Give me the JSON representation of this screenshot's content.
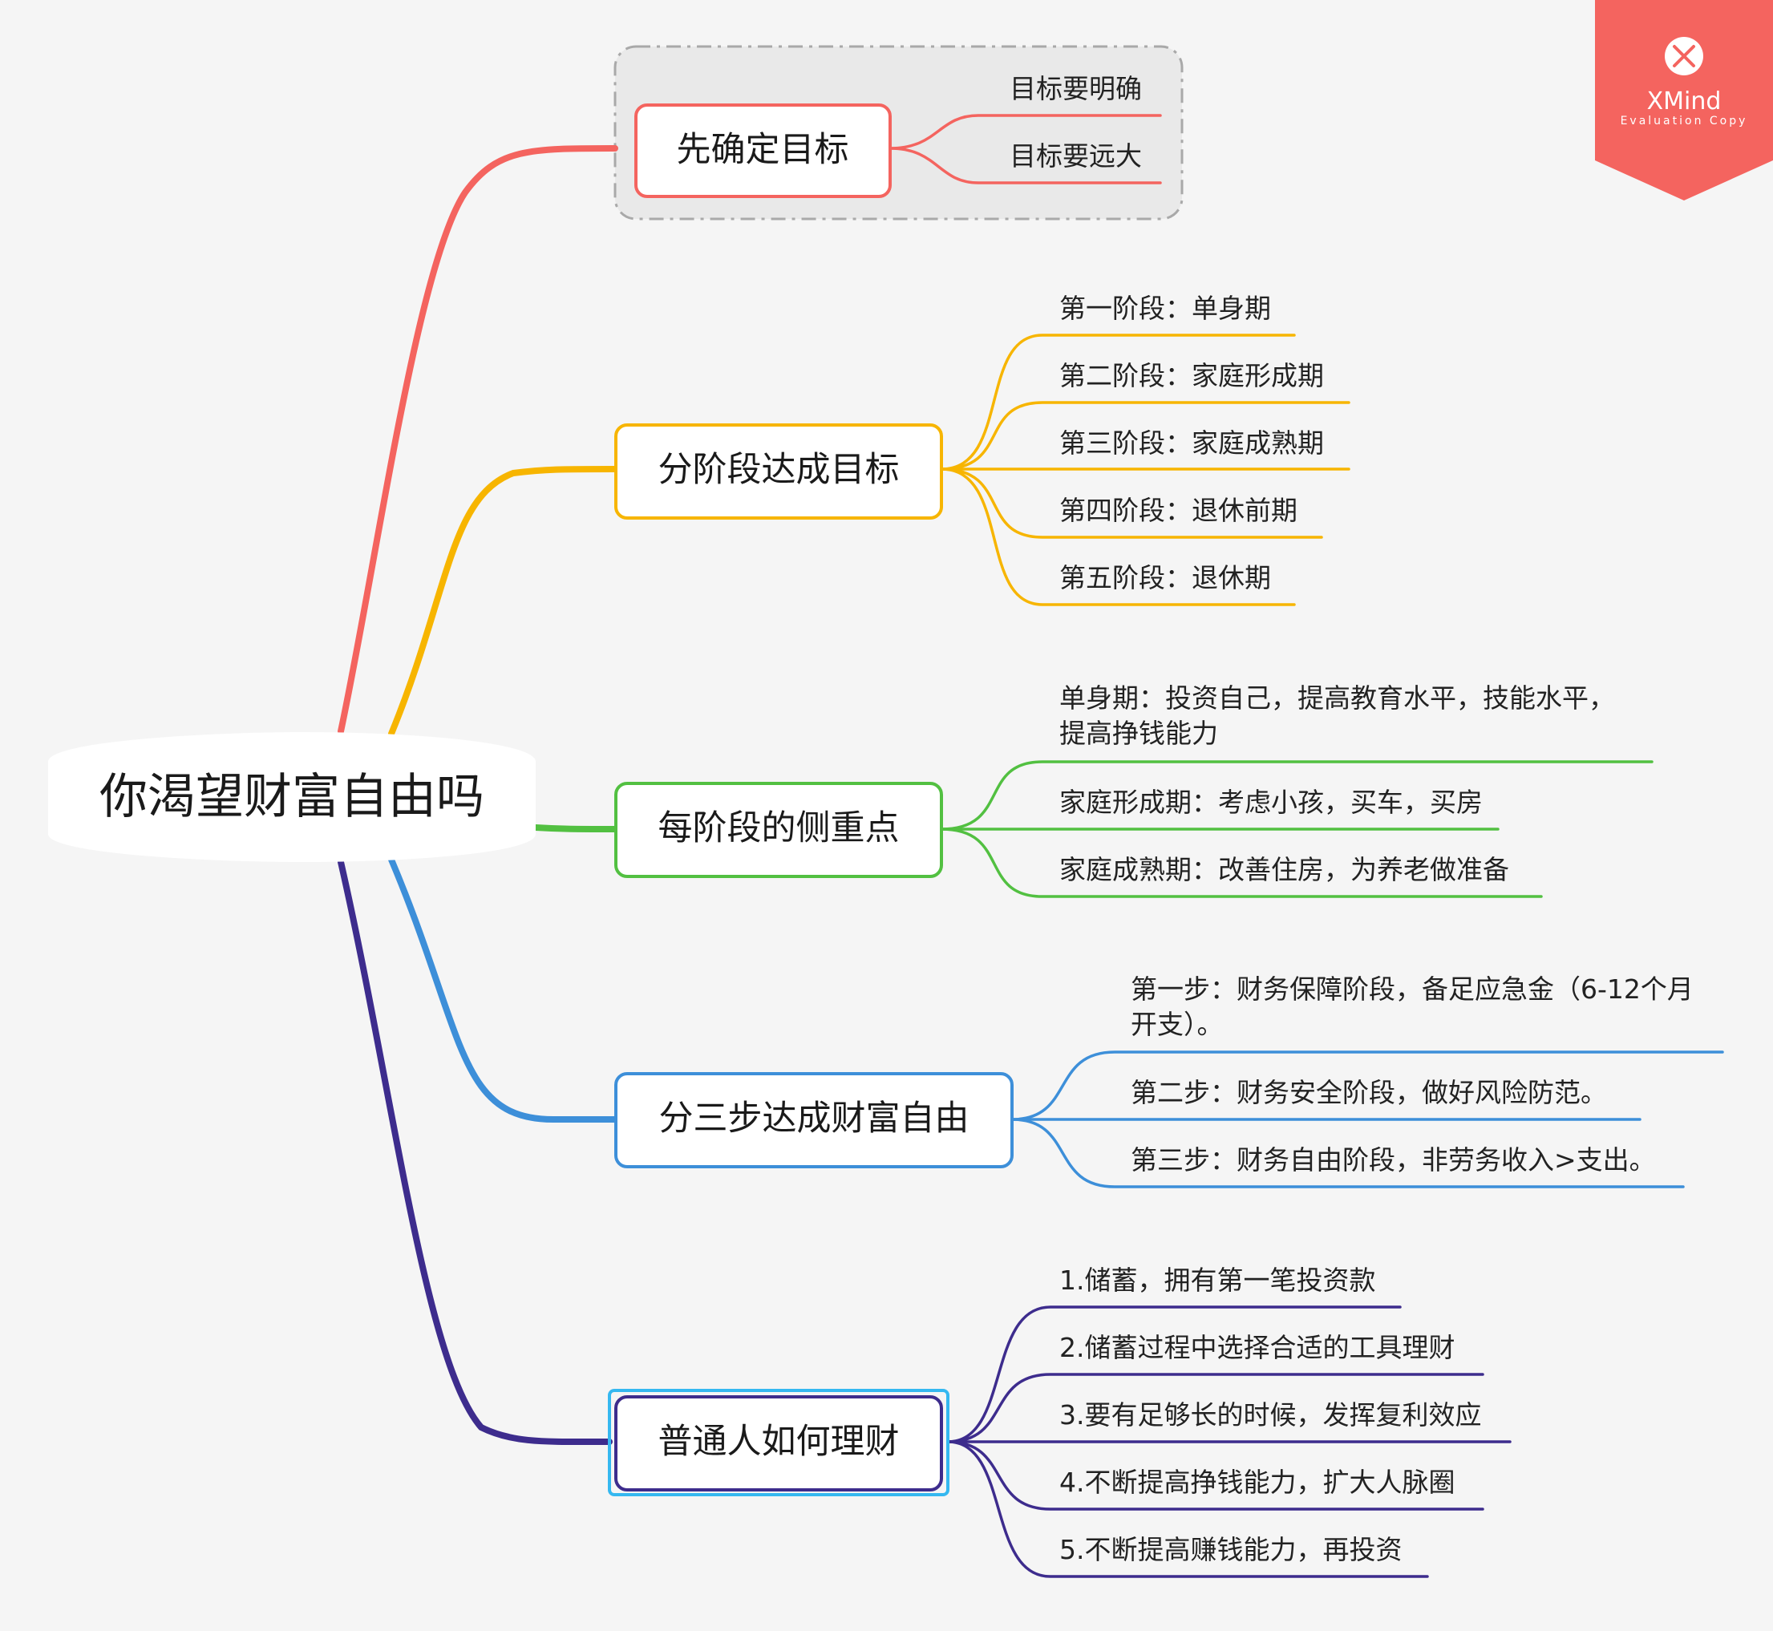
{
  "root": {
    "label": "你渴望财富自由吗"
  },
  "branches": [
    {
      "label": "先确定目标",
      "color": "#f4645f",
      "children": [
        "目标要明确",
        "目标要远大"
      ]
    },
    {
      "label": "分阶段达成目标",
      "color": "#f7b500",
      "children": [
        "第一阶段：单身期",
        "第二阶段：家庭形成期",
        "第三阶段：家庭成熟期",
        "第四阶段：退休前期",
        "第五阶段：退休期"
      ]
    },
    {
      "label": "每阶段的侧重点",
      "color": "#52c041",
      "children": [
        [
          "单身期：投资自己，提高教育水平，技能水平，",
          "提高挣钱能力"
        ],
        "家庭形成期：考虑小孩，买车，买房",
        "家庭成熟期：改善住房，为养老做准备"
      ]
    },
    {
      "label": "分三步达成财富自由",
      "color": "#3d8fd9",
      "children": [
        [
          "第一步：财务保障阶段，备足应急金（6-12个月",
          "开支）。"
        ],
        "第二步：财务安全阶段，做好风险防范。",
        "第三步：财务自由阶段，非劳务收入>支出。"
      ]
    },
    {
      "label": "普通人如何理财",
      "color": "#3d2c8d",
      "children": [
        "1.储蓄，拥有第一笔投资款",
        "2.储蓄过程中选择合适的工具理财",
        "3.要有足够长的时候，发挥复利效应",
        "4.不断提高挣钱能力，扩大人脉圈",
        "5.不断提高赚钱能力，再投资"
      ]
    }
  ],
  "watermark": {
    "brand": "XMind",
    "subtitle": "Evaluation Copy",
    "accent": "#f4645f"
  }
}
